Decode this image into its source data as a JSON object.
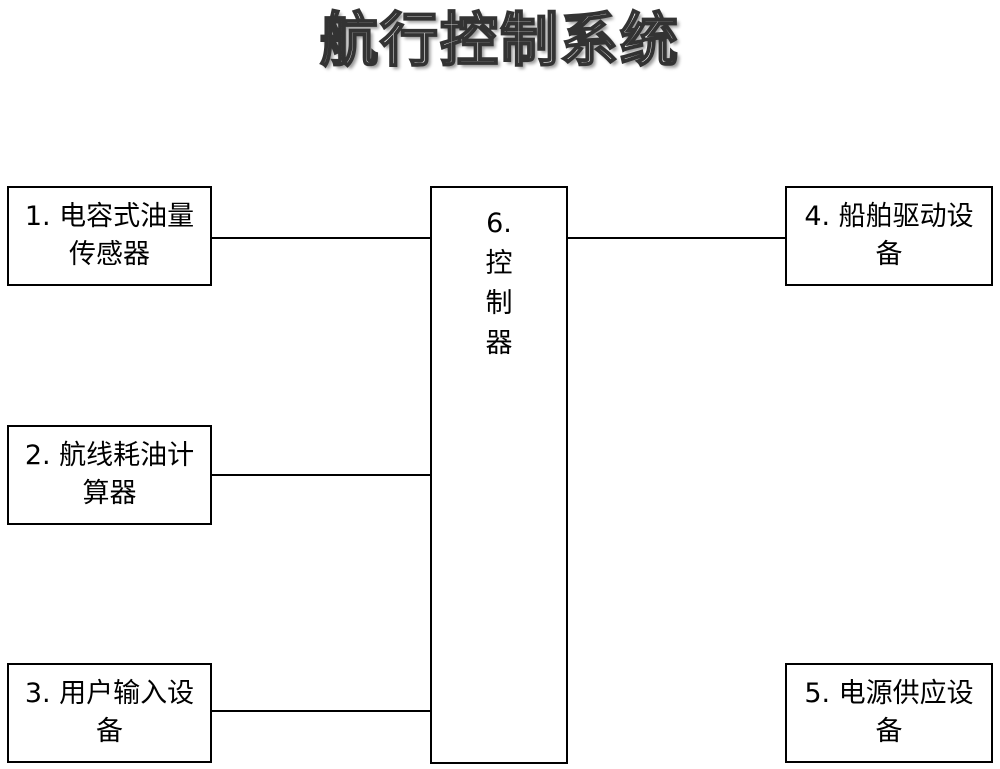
{
  "diagram": {
    "title": "航行控制系统",
    "nodes": {
      "sensor": "1. 电容式油量传感器",
      "calculator": "2. 航线耗油计算器",
      "user_input": "3. 用户输入设备",
      "drive": "4. 船舶驱动设备",
      "power": "5. 电源供应设备",
      "controller": "6. 控制器"
    },
    "edges": [
      {
        "from": "sensor",
        "to": "controller"
      },
      {
        "from": "calculator",
        "to": "controller"
      },
      {
        "from": "user_input",
        "to": "controller"
      },
      {
        "from": "controller",
        "to": "drive"
      }
    ]
  }
}
